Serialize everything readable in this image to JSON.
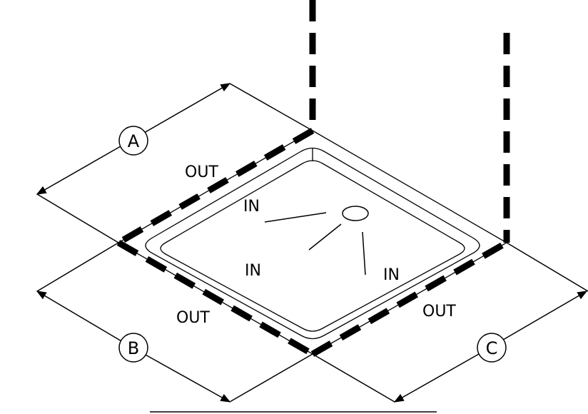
{
  "labels": {
    "dimension_a": "A",
    "dimension_b": "B",
    "dimension_c": "C",
    "out_top_left": "OUT",
    "out_bottom_left": "OUT",
    "out_bottom_right": "OUT",
    "in_top": "IN",
    "in_middle": "IN",
    "in_right": "IN"
  },
  "colors": {
    "stroke": "#000000",
    "background": "#ffffff"
  }
}
